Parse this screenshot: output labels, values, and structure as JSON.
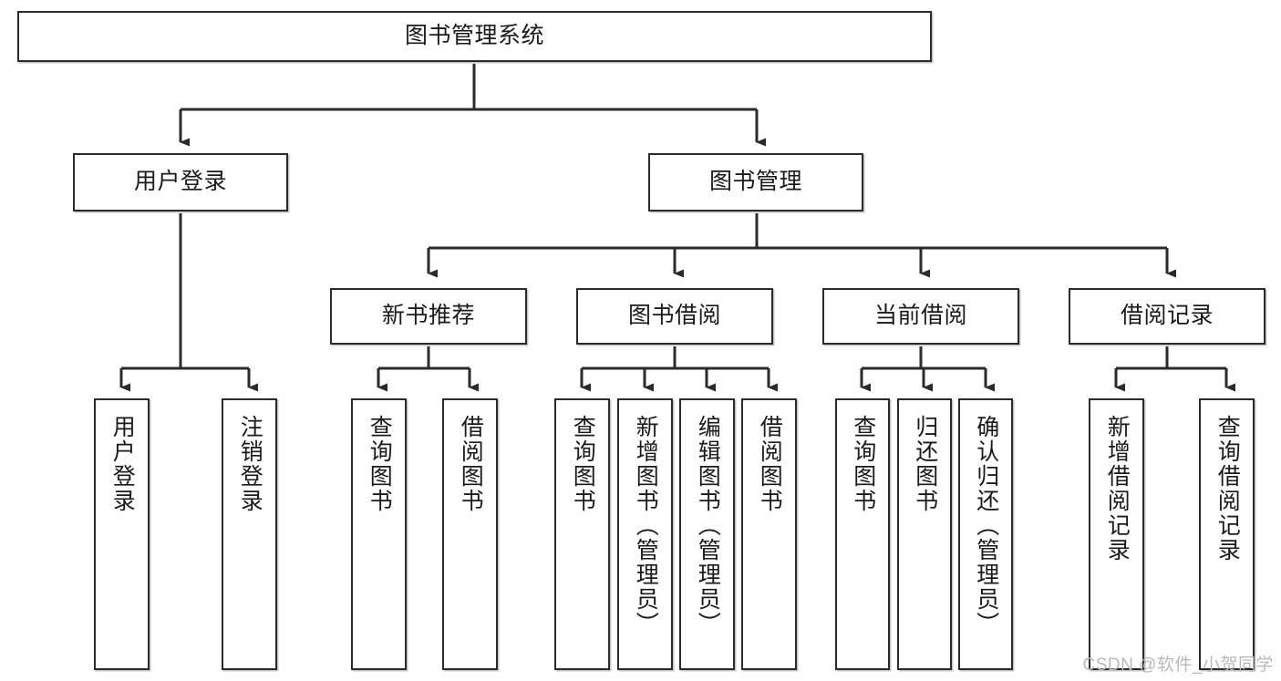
{
  "diagram": {
    "type": "tree-hierarchy-chart",
    "title": "图书管理系统",
    "watermark": "CSDN @软件_小贺同学",
    "colors": {
      "box_border": "#2b2b2b",
      "box_fill": "#ffffff",
      "connector": "#2b2b2b",
      "text": "#1a1a1a",
      "watermark": "#b9b9b9",
      "background": "#ffffff"
    },
    "nodes": {
      "root": {
        "label": "图书管理系统"
      },
      "level2": [
        {
          "label": "用户登录"
        },
        {
          "label": "图书管理"
        }
      ],
      "level3": [
        {
          "label": "新书推荐"
        },
        {
          "label": "图书借阅"
        },
        {
          "label": "当前借阅"
        },
        {
          "label": "借阅记录"
        }
      ],
      "leaves": {
        "user_login": [
          {
            "label": "用户登录"
          },
          {
            "label": "注销登录"
          }
        ],
        "new_book": [
          {
            "label": "查询图书"
          },
          {
            "label": "借阅图书"
          }
        ],
        "book_borrow": [
          {
            "label": "查询图书"
          },
          {
            "label": "新增图书（管理员）"
          },
          {
            "label": "编辑图书（管理员）"
          },
          {
            "label": "借阅图书"
          }
        ],
        "current_borrow": [
          {
            "label": "查询图书"
          },
          {
            "label": "归还图书"
          },
          {
            "label": "确认归还（管理员）"
          }
        ],
        "borrow_record": [
          {
            "label": "新增借阅记录"
          },
          {
            "label": "查询借阅记录"
          }
        ]
      }
    }
  }
}
